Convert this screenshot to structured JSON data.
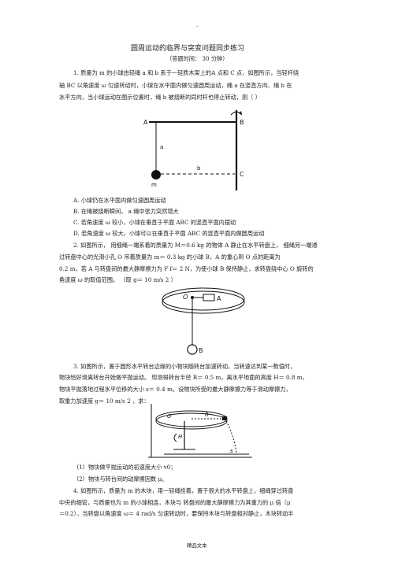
{
  "header": {
    "dot": "."
  },
  "title": "圆周运动的临界与突变问题同步练习",
  "subtitle": "（答题时间：  30 分钟）",
  "q1": {
    "line1": "1. 质量为   m 的小球由轻绳 a 和 b 系于一轻质木架上的A 点和 C 点，如图所示，当轻杆绕",
    "line2": "轴 BC 以角速度     ω 匀速转动时，小球在水平面内做匀速圆周运动，绳        a 在竖直方向、绳    b 在",
    "line3": "水平方向，当小球运动在图示位置时，绳          b 被烧断的同时杆也停止转动，则（              ）",
    "fig": {
      "A": "A",
      "B": "B",
      "C": "C",
      "a": "a",
      "b": "b",
      "m": "m"
    },
    "options": [
      "A.  小球仍在水平面内做匀速圆周运动",
      "B.  在绳被烧断瞬间，   a 绳中张力突然增大",
      "C.  若角速度    ω 较小，小球在垂直于平面      ABC 的竖直平面内摆动",
      "D.  若角速度    ω 较大，小球可以在垂直于平面        ABC 的竖直平面内做圆周运动"
    ]
  },
  "q2": {
    "line1": "2. 如图所示，  用细绳一端系着的质量为 M＝0.6 kg 的物体 A 静止在水平转盘上，    细绳另一端通",
    "line2": "过转盘中心的光滑小孔 O 吊着质量为 m＝ 0.3 kg 的小球 B，A 的重心到 O 点的距离为",
    "line3": "0.2 m，若 A 与转盘间的最大静摩擦力为 F f＝ 2 N，为使小球 B 保持静止，求转盘绕中心 O 旋转的",
    "line4": "角速度 ω 的取值范围。  （取 g＝ 10 m/s 2 ）",
    "fig": {
      "O": "O",
      "A": "A",
      "B": "B"
    }
  },
  "q3": {
    "line1": "3. 如图所示，置于圆形水平转台边缘的小物块随转台加速转动，当转速达到某一数值时，",
    "line2": "物块恰好滑离转台开始做平抛运动。    现测得转台半径    R＝ 0.5 m，离水平地面的高度  H＝ 0.8 m，",
    "line3": "物块平抛落地过程水平位移的大小         s＝ 0.4 m。设物块所受的最大静摩擦力等于滑动摩擦力，",
    "line4": "取重力加速度      g＝ 10 m/s 2 ，求：",
    "fig": {
      "O": "O",
      "R": "R",
      "H": "H",
      "s": "s"
    },
    "sub1": "（1）物块做平抛运动的初速度大小          v0；",
    "sub2": "（2）物块与转台间的动摩擦因数          μ。"
  },
  "q4": {
    "line1": "4. 如图所示，质量为    m 的木块，用一轻绳拴着，置于很大的水平转盘上，细绳穿过转盘",
    "line2": "中央的细管，与质量也为     m 的小球相连，木块与    转盘间的最大静摩擦力为其重力的 μ 倍（μ",
    "line3": "＝0.2），当转盘以角速度     ω＝ 4 rad/s 匀速转动时，要保持木块与转盘相对静止，木块转动半"
  },
  "footer": "精品文本"
}
